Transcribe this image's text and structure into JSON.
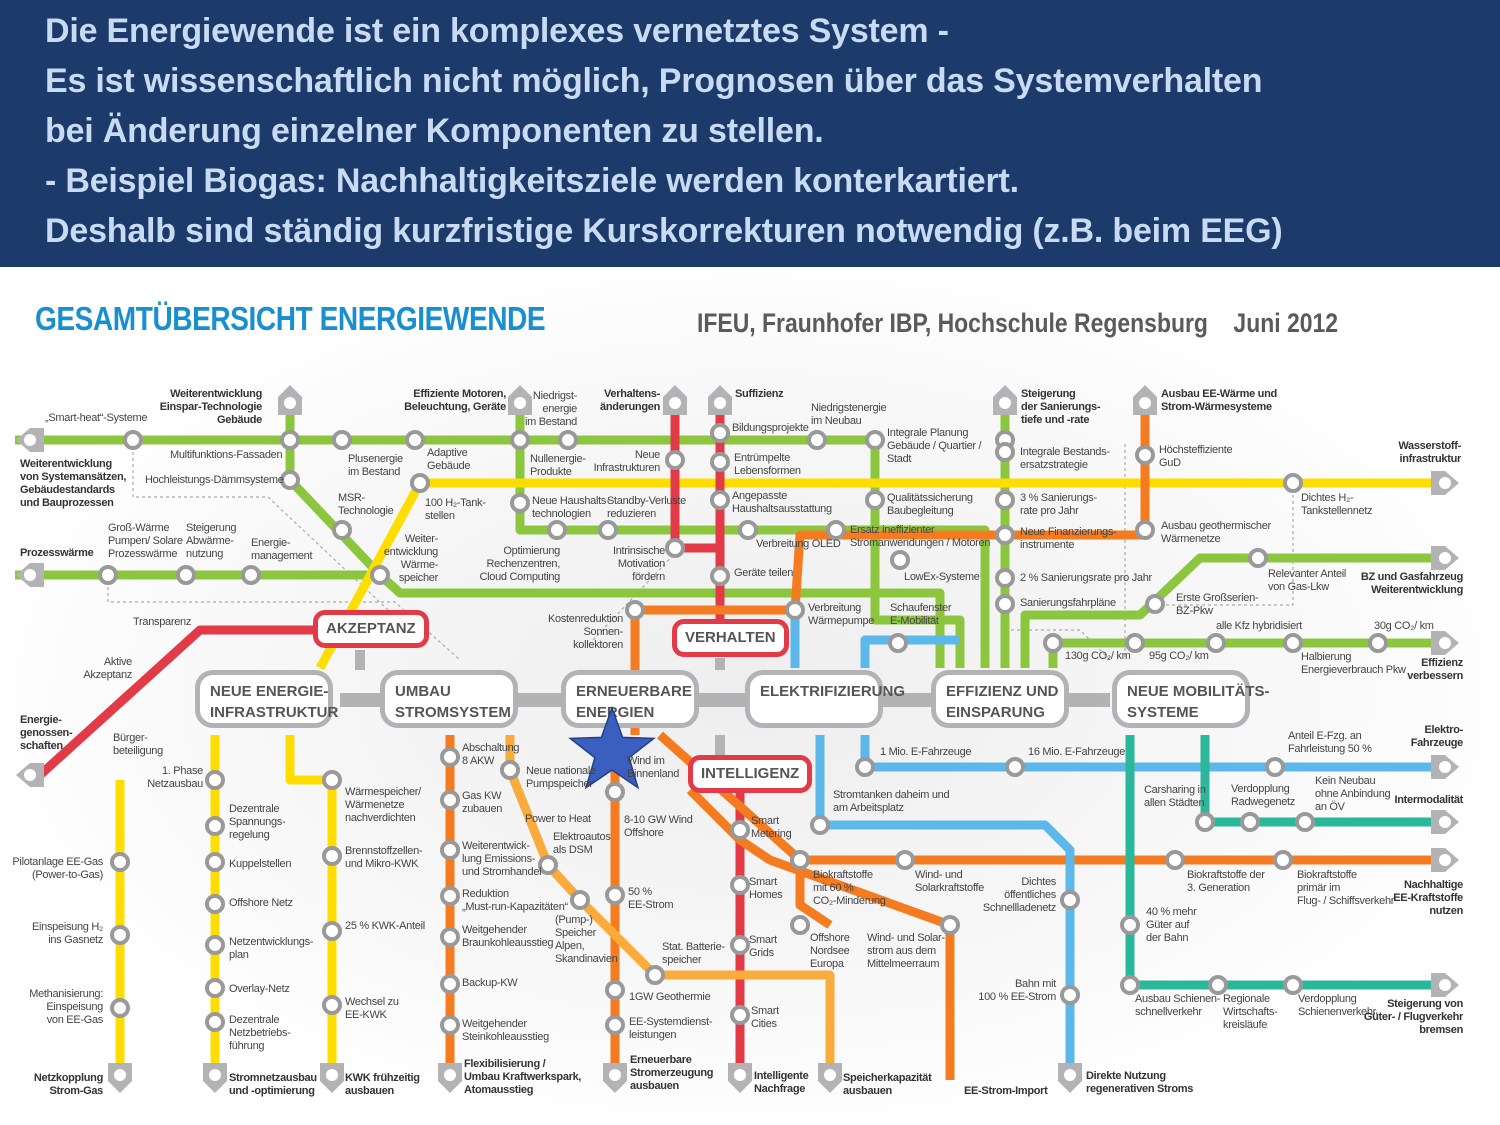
{
  "header": {
    "lines": [
      "Die Energiewende ist ein komplexes vernetztes System -",
      "Es ist wissenschaftlich nicht möglich, Prognosen über das Systemverhalten",
      "bei Änderung einzelner Komponenten zu stellen.",
      "-  Beispiel  Biogas:  Nachhaltigkeitsziele werden konterkartiert.",
      "Deshalb sind ständig kurzfristige Kurskorrekturen notwendig (z.B. beim EEG)"
    ],
    "background": "#1c3a6a",
    "text_color": "#c8dbf2"
  },
  "map": {
    "title": "GESAMTÜBERSICHT ENERGIEWENDE",
    "source": "IFEU, Fraunhofer IBP, Hochschule Regensburg    Juni 2012",
    "hubs": [
      "NEUE ENERGIE-\nINFRASTRUKTUR",
      "UMBAU\nSTROMSYSTEM",
      "ERNEUERBARE\nENERGIEN",
      "ELEKTRIFIZIERUNG",
      "EFFIZIENZ UND\nEINSPARUNG",
      "NEUE MOBILITÄTS-\nSYSTEME"
    ],
    "red_hubs": [
      "AKZEPTANZ",
      "VERHALTEN",
      "INTELLIGENZ"
    ],
    "colors": {
      "green": "#8cc63f",
      "yellow": "#ffdd00",
      "red": "#e23a47",
      "orange": "#f47b20",
      "light_orange": "#f9ab3b",
      "blue": "#5bb8e8",
      "teal": "#2bb89a",
      "gray": "#b3b3b5",
      "title": "#1a8fd0",
      "star": "#3a5fbf"
    },
    "marker": "star-icon",
    "stations": [
      "„Smart-heat“-Systeme",
      "Weiterentwicklung\nEinspar-Technologie\nGebäude",
      "Weiterentwicklung\nvon Systemansätzen,\nGebäudestandards\nund Bauprozessen",
      "Multifunktions-Fassaden",
      "Hochleistungs-Dämmsysteme",
      "Plusenergie\nim Bestand",
      "Adaptive\nGebäude",
      "Effiziente Motoren,\nBeleuchtung, Geräte",
      "MSR-\nTechnologie",
      "100 H₂-Tank-\nstellen",
      "Weiter-\nentwicklung\nWärme-\nspeicher",
      "Prozesswärme",
      "Groß-Wärme\nPumpen/ Solare\nProzesswärme",
      "Steigerung\nAbwärme-\nnutzung",
      "Energie-\nmanagement",
      "Transparenz",
      "Aktive\nAkzeptanz",
      "Energie-\ngenossen-\nschaften",
      "Bürger-\nbeteiligung",
      "Niedrigst-\nenergie\nim Bestand",
      "Verhaltens-\nänderungen",
      "Suffizienz",
      "Nullenergie-\nProdukte",
      "Neue\nInfrastrukturen",
      "Bildungsprojekte",
      "Niedrigstenergie\nim Neubau",
      "Integrale Planung\nGebäude / Quartier /\nStadt",
      "Entrümpelte\nLebensformen",
      "Neue Haushalts-\ntechnologien",
      "Standby-Verluste\nreduzieren",
      "Angepasste\nHaushaltsausstattung",
      "Qualitätssicherung\nBaubegleitung",
      "Verbreitung OLED",
      "Ersatz ineffizienter\nStromanwendungen / Motoren",
      "Optimierung\nRechenzentren,\nCloud Computing",
      "Intrinsische\nMotivation\nfördern",
      "Geräte teilen",
      "LowEx-Systeme",
      "Kostenreduktion\nSonnen-\nkollektoren",
      "Verbreitung\nWärmepumpe",
      "Schaufenster\nE-Mobilität",
      "Steigerung\nder Sanierungs-\ntiefe und -rate",
      "Integrale Bestands-\nersatzstrategie",
      "3 % Sanierungs-\nrate pro Jahr",
      "Neue Finanzierungs-\ninstrumente",
      "2 % Sanierungsrate pro Jahr",
      "Sanierungsfahrpläne",
      "Ausbau EE-Wärme und\nStrom-Wärmesysteme",
      "Höchsteffiziente\nGuD",
      "Ausbau geothermischer\nWärmenetze",
      "Wasserstoff-\ninfrastruktur",
      "Dichtes H₂-\nTankstellennetz",
      "Relevanter Anteil\nvon Gas-Lkw",
      "BZ und Gasfahrzeug\nWeiterentwicklung",
      "Erste Großserien-\nBZ-Pkw",
      "alle Kfz hybridisiert",
      "30g CO₂/ km",
      "130g CO₂/ km",
      "95g CO₂/ km",
      "Halbierung\nEnergieverbrauch Pkw",
      "Effizienz\nverbessern",
      "1. Phase\nNetzausbau",
      "Dezentrale\nSpannungs-\nregelung",
      "Kuppelstellen",
      "Offshore Netz",
      "Netzentwicklungs-\nplan",
      "Overlay-Netz",
      "Dezentrale\nNetzbetriebs-\nführung",
      "Stromnetzausbau\nund -optimierung",
      "Pilotanlage EE-Gas\n(Power-to-Gas)",
      "Einspeisung H₂\nins Gasnetz",
      "Methanisierung:\nEinspeisung\nvon EE-Gas",
      "Netzkopplung\nStrom-Gas",
      "Wärmespeicher/\nWärmenetze\nnachverdichten",
      "Brennstoffzellen-\nund Mikro-KWK",
      "25 % KWK-Anteil",
      "Wechsel zu\nEE-KWK",
      "KWK frühzeitig\nausbauen",
      "Abschaltung\n8 AKW",
      "Gas KW\nzubauen",
      "Weiterentwick-\nlung Emissions-\nund Stromhandel",
      "Reduktion\n„Must-run-Kapazitäten“",
      "Weitgehender\nBraunkohleausstieg",
      "Backup-KW",
      "Weitgehender\nSteinkohleausstieg",
      "Flexibilisierung /\nUmbau Kraftwerkspark,\nAtomausstieg",
      "Neue nationale\nPumpspeicher",
      "Power to Heat",
      "Elektroautos\nals DSM",
      "(Pump-)\nSpeicher\nAlpen,\nSkandinavien",
      "Wind im\nBinnenland",
      "8-10 GW Wind\nOffshore",
      "50 %\nEE-Strom",
      "Stat. Batterie-\nspeicher",
      "1GW Geothermie",
      "EE-Systemdienst-\nleistungen",
      "Erneuerbare\nStromerzeugung\nausbauen",
      "Smart\nMetering",
      "Smart\nHomes",
      "Smart\nGrids",
      "Smart\nCities",
      "Intelligente\nNachfrage",
      "Biokraftstoffe\nmit 60 %\nCO₂-Minderung",
      "Wind- und\nSolarkraftstoffe",
      "Offshore\nNordsee\nEuropa",
      "Wind- und Solar-\nstrom aus dem\nMittelmeerraum",
      "Speicherkapazität\nausbauen",
      "EE-Strom-Import",
      "Stromtanken daheim und\nam Arbeitsplatz",
      "1 Mio. E-Fahrzeuge",
      "16 Mio. E-Fahrzeuge",
      "Dichtes\nöffentliches\nSchnellladenetz",
      "Bahn mit\n100 % EE-Strom",
      "Direkte Nutzung\nregenerativen Stroms",
      "Anteil E-Fzg. an\nFahrleistung 50 %",
      "Elektro-\nFahrzeuge",
      "Carsharing in\nallen Städten",
      "Verdopplung\nRadwegenetz",
      "Kein Neubau\nohne Anbindung\nan ÖV",
      "Intermodalität",
      "Biokraftstoffe der\n3. Generation",
      "Biokraftstoffe\nprimär im\nFlug- / Schiffsverkehr",
      "Nachhaltige\nEE-Kraftstoffe\nnutzen",
      "40 % mehr\nGüter auf\nder Bahn",
      "Ausbau Schienen-\nschnellverkehr",
      "Regionale\nWirtschafts-\nkreisläufe",
      "Verdopplung\nSchienenverkehr",
      "Steigerung von\nGüter- / Flugverkehr\nbremsen"
    ]
  }
}
